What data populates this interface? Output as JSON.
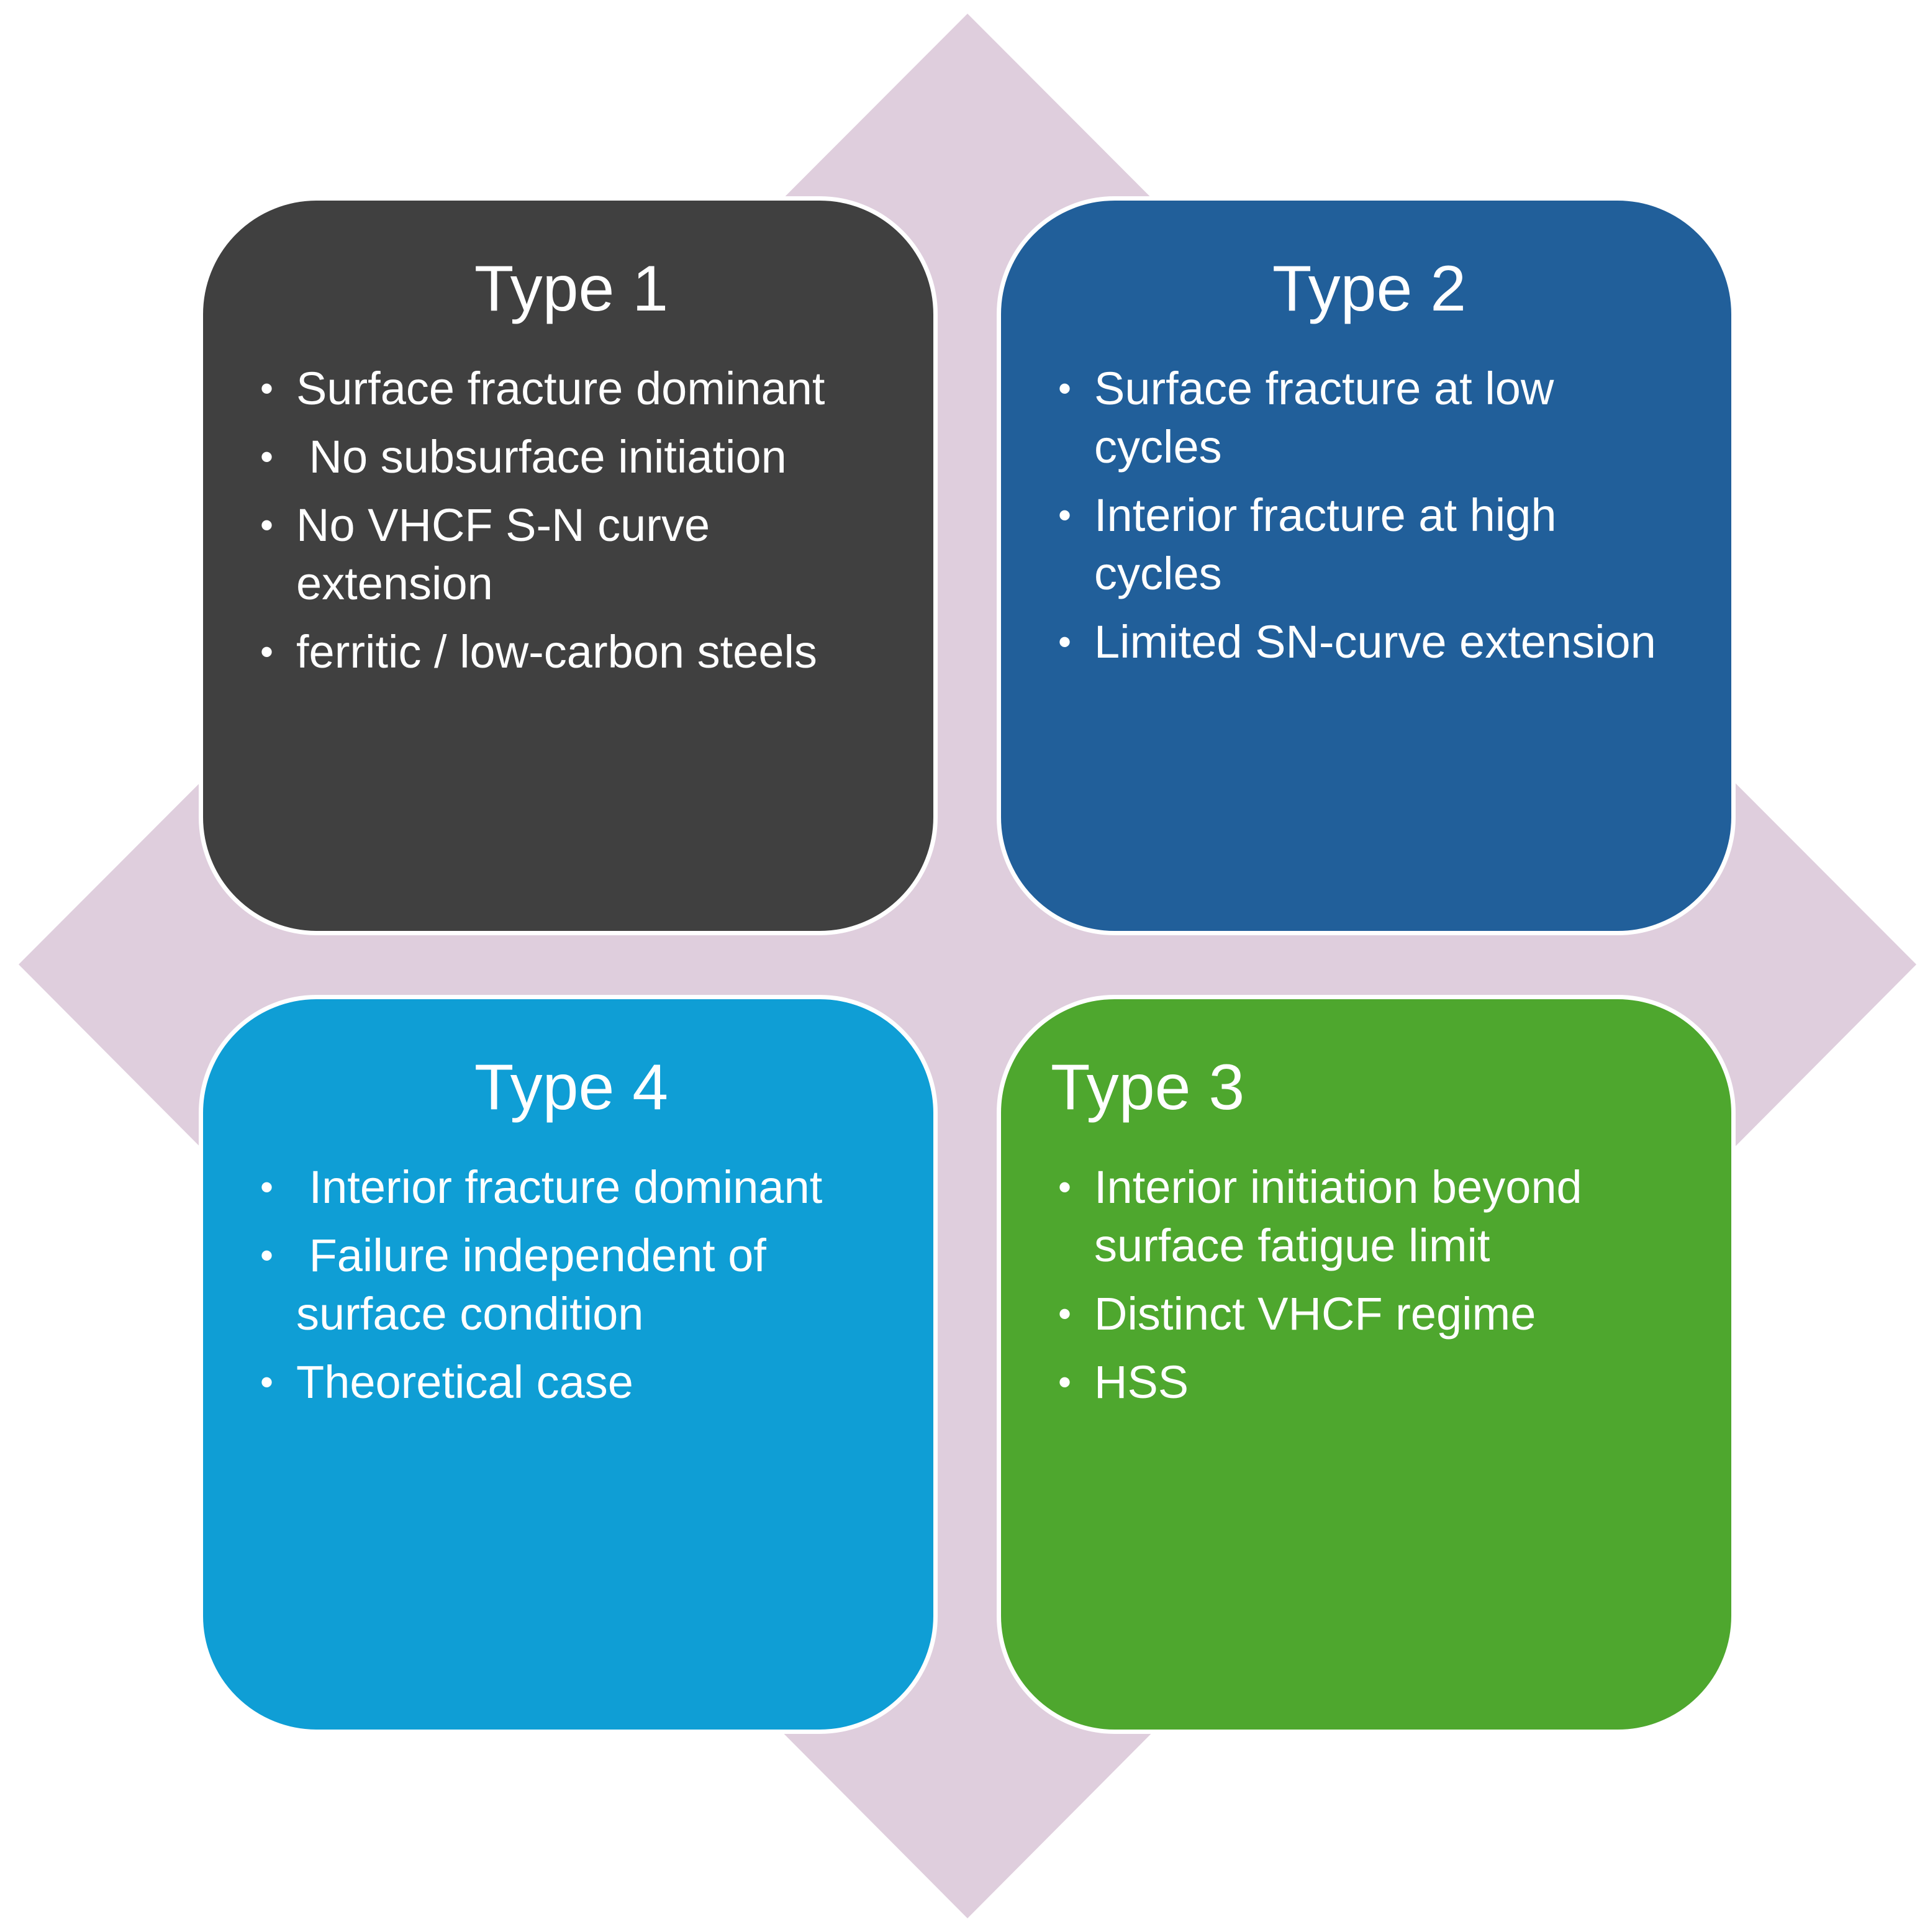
{
  "colors": {
    "diamond": "#DFCEDD",
    "type1": "#404040",
    "type2": "#215F9A",
    "type3": "#4EA72E",
    "type4": "#0F9ED5",
    "text": "#FFFFFF"
  },
  "quadrants": {
    "q1": {
      "title": "Type 1",
      "items": [
        "Surface fracture dominant",
        " No subsurface initiation",
        "No VHCF S-N curve extension",
        "ferritic / low-carbon steels"
      ]
    },
    "q2": {
      "title": "Type 2",
      "items": [
        "Surface fracture at low cycles",
        "Interior fracture at high cycles",
        "Limited SN-curve extension"
      ]
    },
    "q3": {
      "title": "Type 3",
      "items": [
        "Interior initiation beyond surface fatigue limit",
        "Distinct VHCF regime",
        "HSS"
      ]
    },
    "q4": {
      "title": "Type 4",
      "items": [
        " Interior fracture dominant",
        " Failure independent of surface condition",
        "Theoretical case"
      ]
    }
  }
}
